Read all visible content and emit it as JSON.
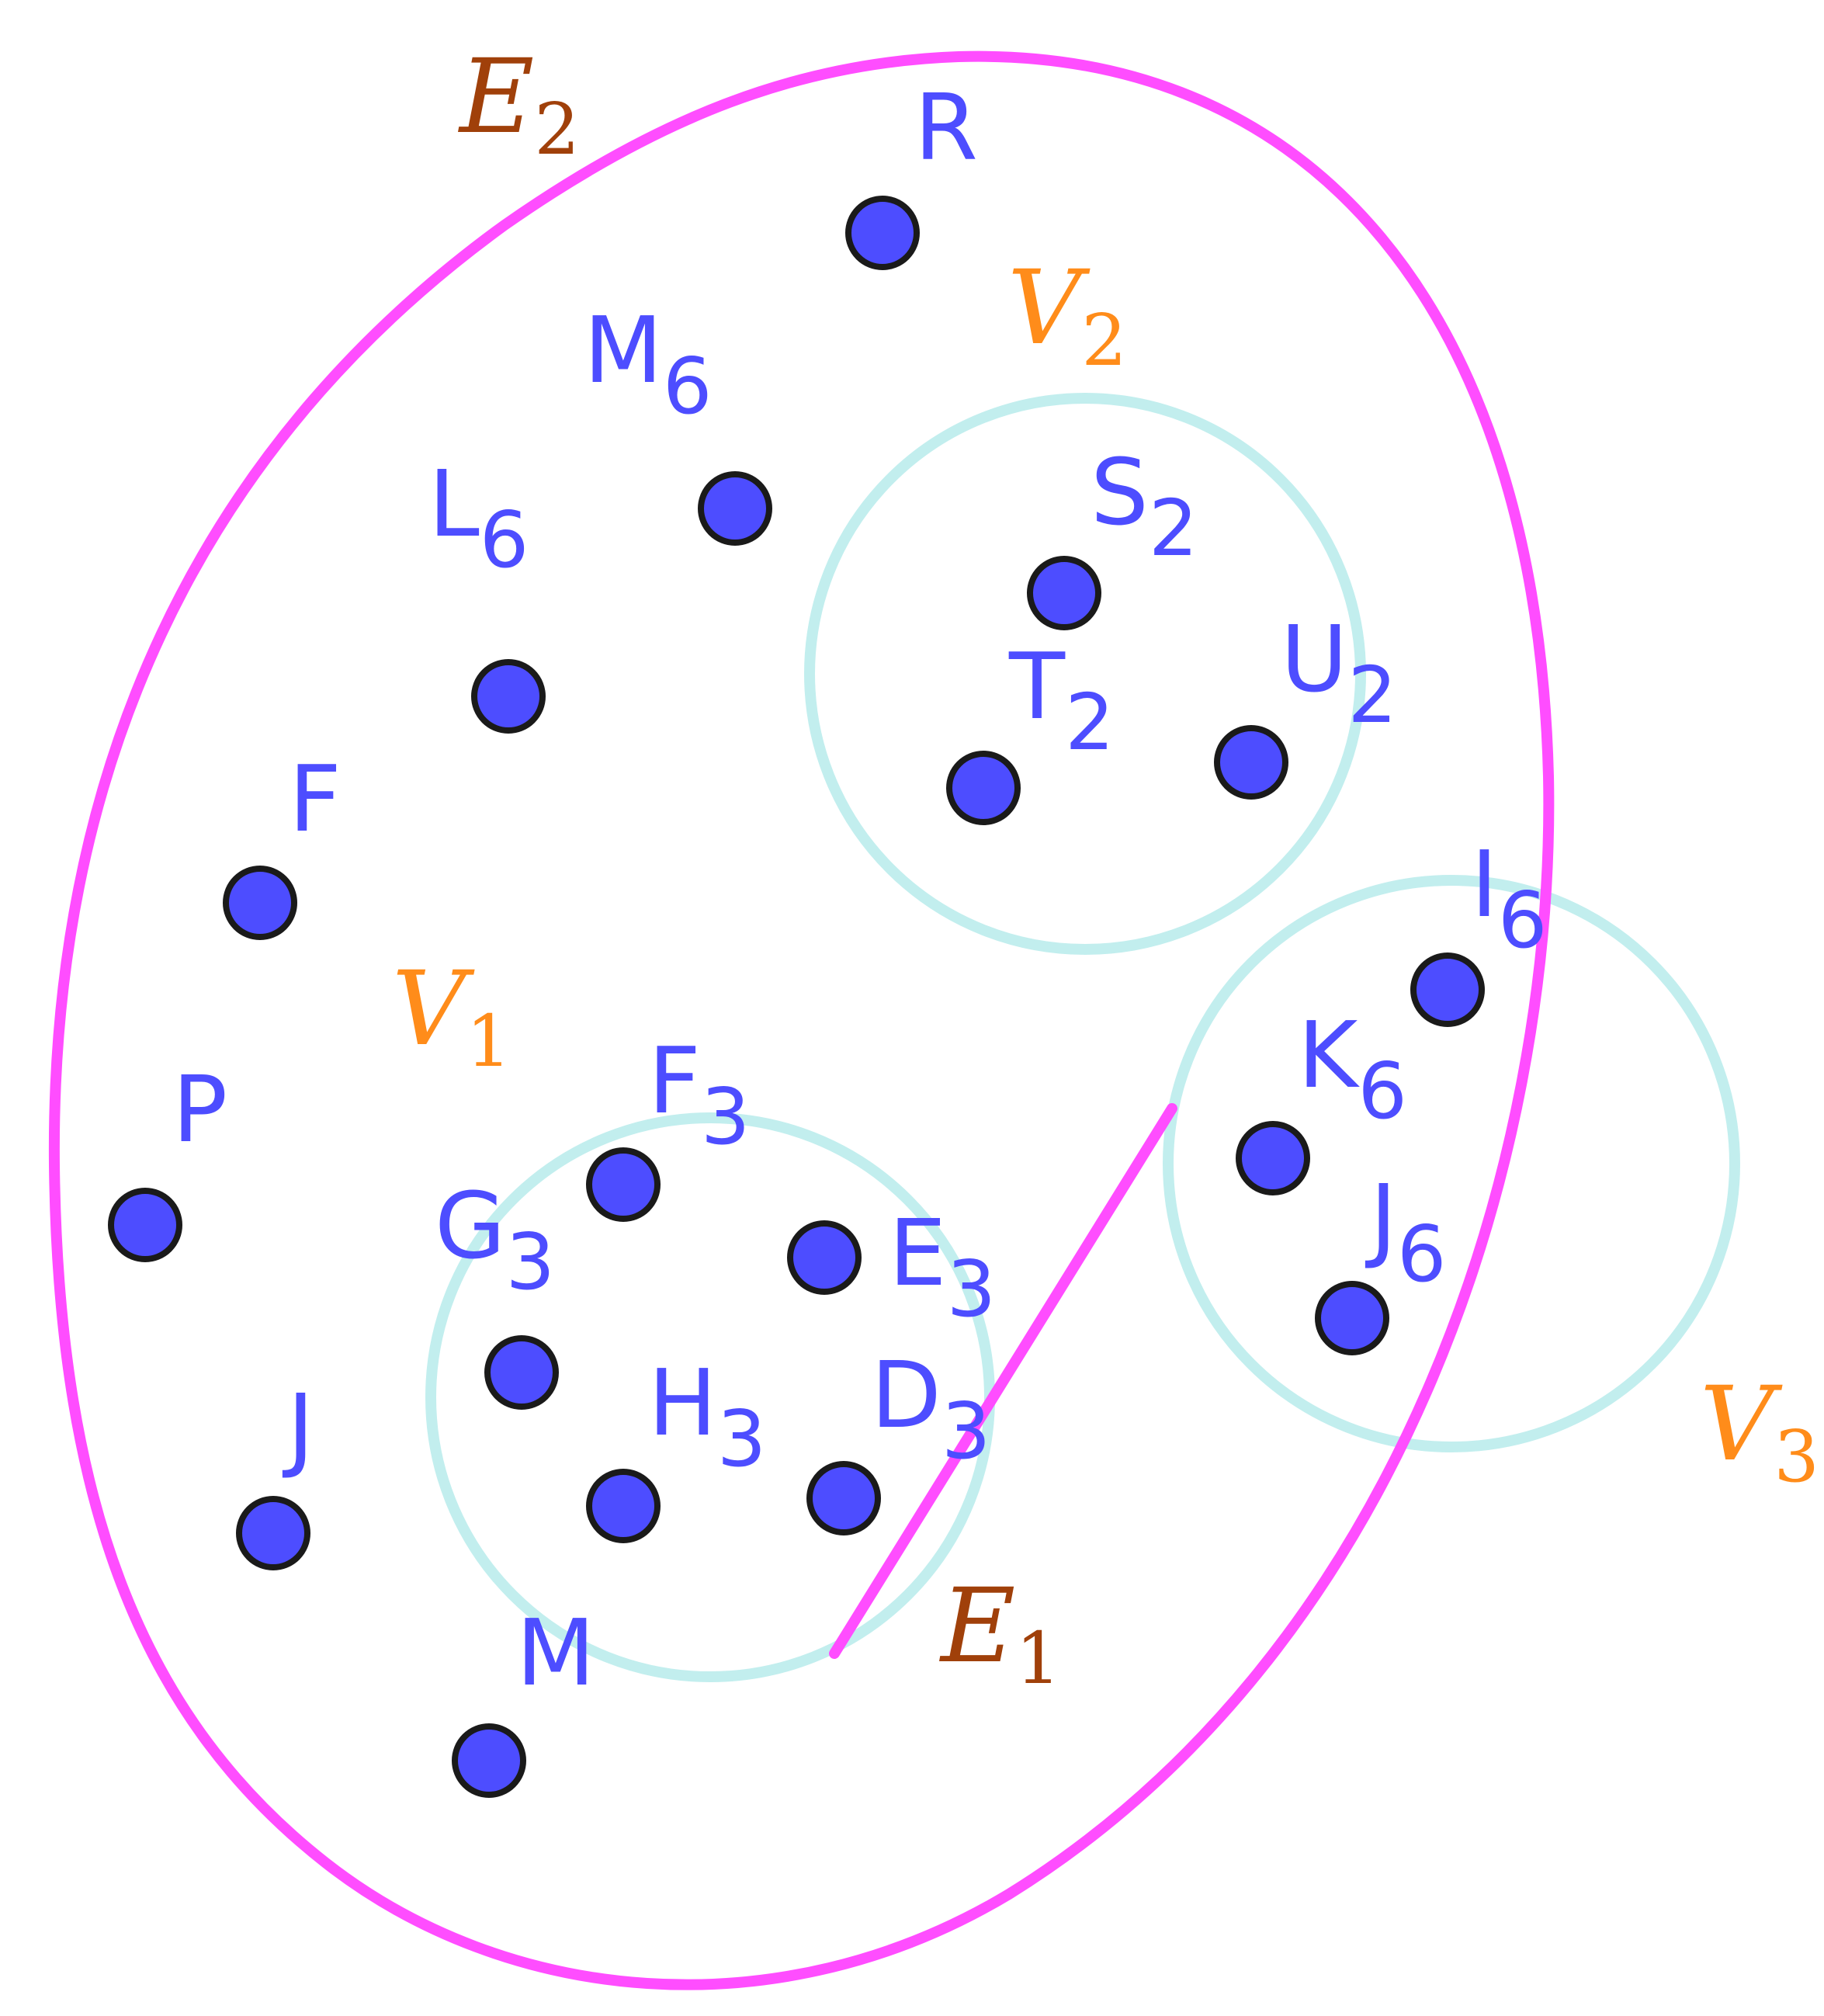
{
  "colors": {
    "vertex_fill": "#4d4dff",
    "vertex_stroke": "#1a1a1a",
    "vertex_label": "#4d4dff",
    "edge": "#ff4dff",
    "v_set_circle": "#c2eeee",
    "v_set_label": "#ff8c1a",
    "e_set_label": "#a0400a"
  },
  "set_labels": {
    "E2": {
      "main": "E",
      "sub": "2"
    },
    "E1": {
      "main": "E",
      "sub": "1"
    },
    "V1": {
      "main": "V",
      "sub": "1"
    },
    "V2": {
      "main": "V",
      "sub": "2"
    },
    "V3": {
      "main": "V",
      "sub": "3"
    }
  },
  "points": {
    "R": {
      "main": "R",
      "sub": ""
    },
    "M6": {
      "main": "M",
      "sub": "6"
    },
    "L6": {
      "main": "L",
      "sub": "6"
    },
    "S2": {
      "main": "S",
      "sub": "2"
    },
    "T2": {
      "main": "T",
      "sub": "2"
    },
    "U2": {
      "main": "U",
      "sub": "2"
    },
    "F": {
      "main": "F",
      "sub": ""
    },
    "I6": {
      "main": "I",
      "sub": "6"
    },
    "K6": {
      "main": "K",
      "sub": "6"
    },
    "J6": {
      "main": "J",
      "sub": "6"
    },
    "P": {
      "main": "P",
      "sub": ""
    },
    "F3": {
      "main": "F",
      "sub": "3"
    },
    "G3": {
      "main": "G",
      "sub": "3"
    },
    "E3": {
      "main": "E",
      "sub": "3"
    },
    "H3": {
      "main": "H",
      "sub": "3"
    },
    "D3": {
      "main": "D",
      "sub": "3"
    },
    "J": {
      "main": "J",
      "sub": ""
    },
    "M": {
      "main": "M",
      "sub": ""
    }
  }
}
